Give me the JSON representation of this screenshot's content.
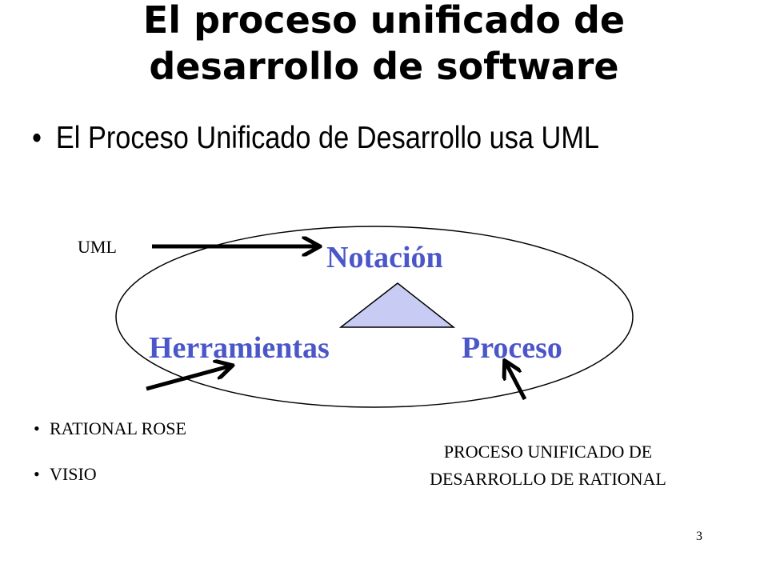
{
  "slide": {
    "title_line1": "El proceso unificado de",
    "title_line2": "desarrollo de software",
    "bullet": "El Proceso Unificado de Desarrollo usa UML",
    "page_number": "3"
  },
  "diagram": {
    "uml_label": "UML",
    "notacion": "Notación",
    "herramientas": "Herramientas",
    "proceso": "Proceso",
    "tools": [
      "RATIONAL ROSE",
      "VISIO"
    ],
    "process_line1": "PROCESO UNIFICADO DE",
    "process_line2": "DESARROLLO DE RATIONAL",
    "colors": {
      "accent_text": "#4b57c8",
      "triangle_fill": "#c8ccf5"
    }
  }
}
